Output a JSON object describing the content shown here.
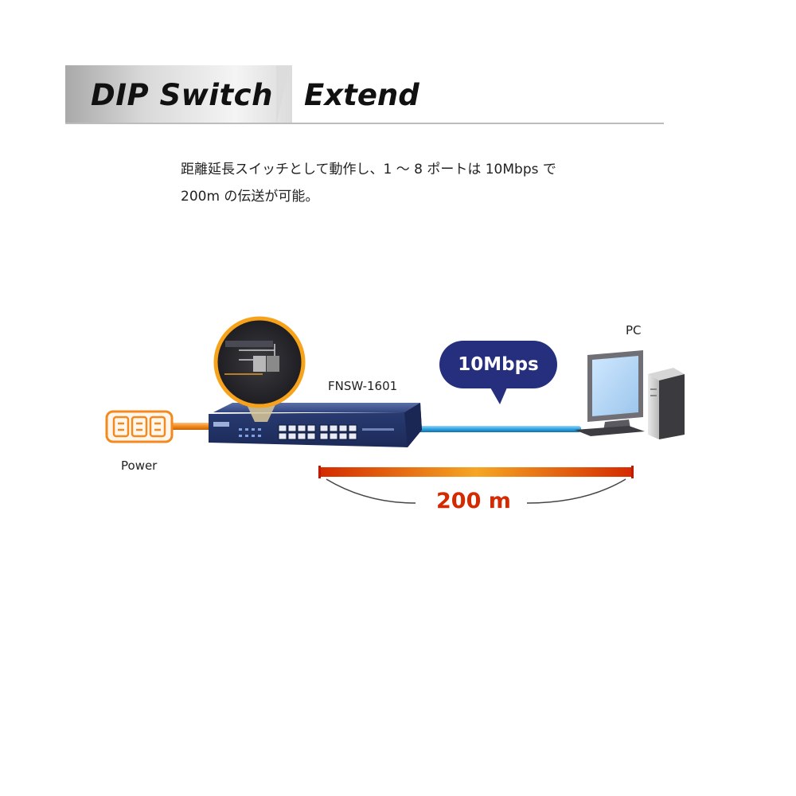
{
  "banner": {
    "title": "DIP Switch",
    "subtitle": "Extend"
  },
  "description": {
    "line1": "距離延長スイッチとして動作し、1 ～ 8 ポートは 10Mbps で",
    "line2": "200m の伝送が可能。"
  },
  "diagram": {
    "power_label": "Power",
    "switch_label": "FNSW-1601",
    "pc_label": "PC",
    "speed_label": "10Mbps",
    "distance_label": "200 m",
    "colors": {
      "power_cable": "#f28a1e",
      "network_cable": "#2fa3de",
      "bubble": "#262f7d",
      "switch_body": "#2c3f78",
      "distance_text": "#d42a00",
      "magnifier_ring": "#f7a21b"
    }
  }
}
